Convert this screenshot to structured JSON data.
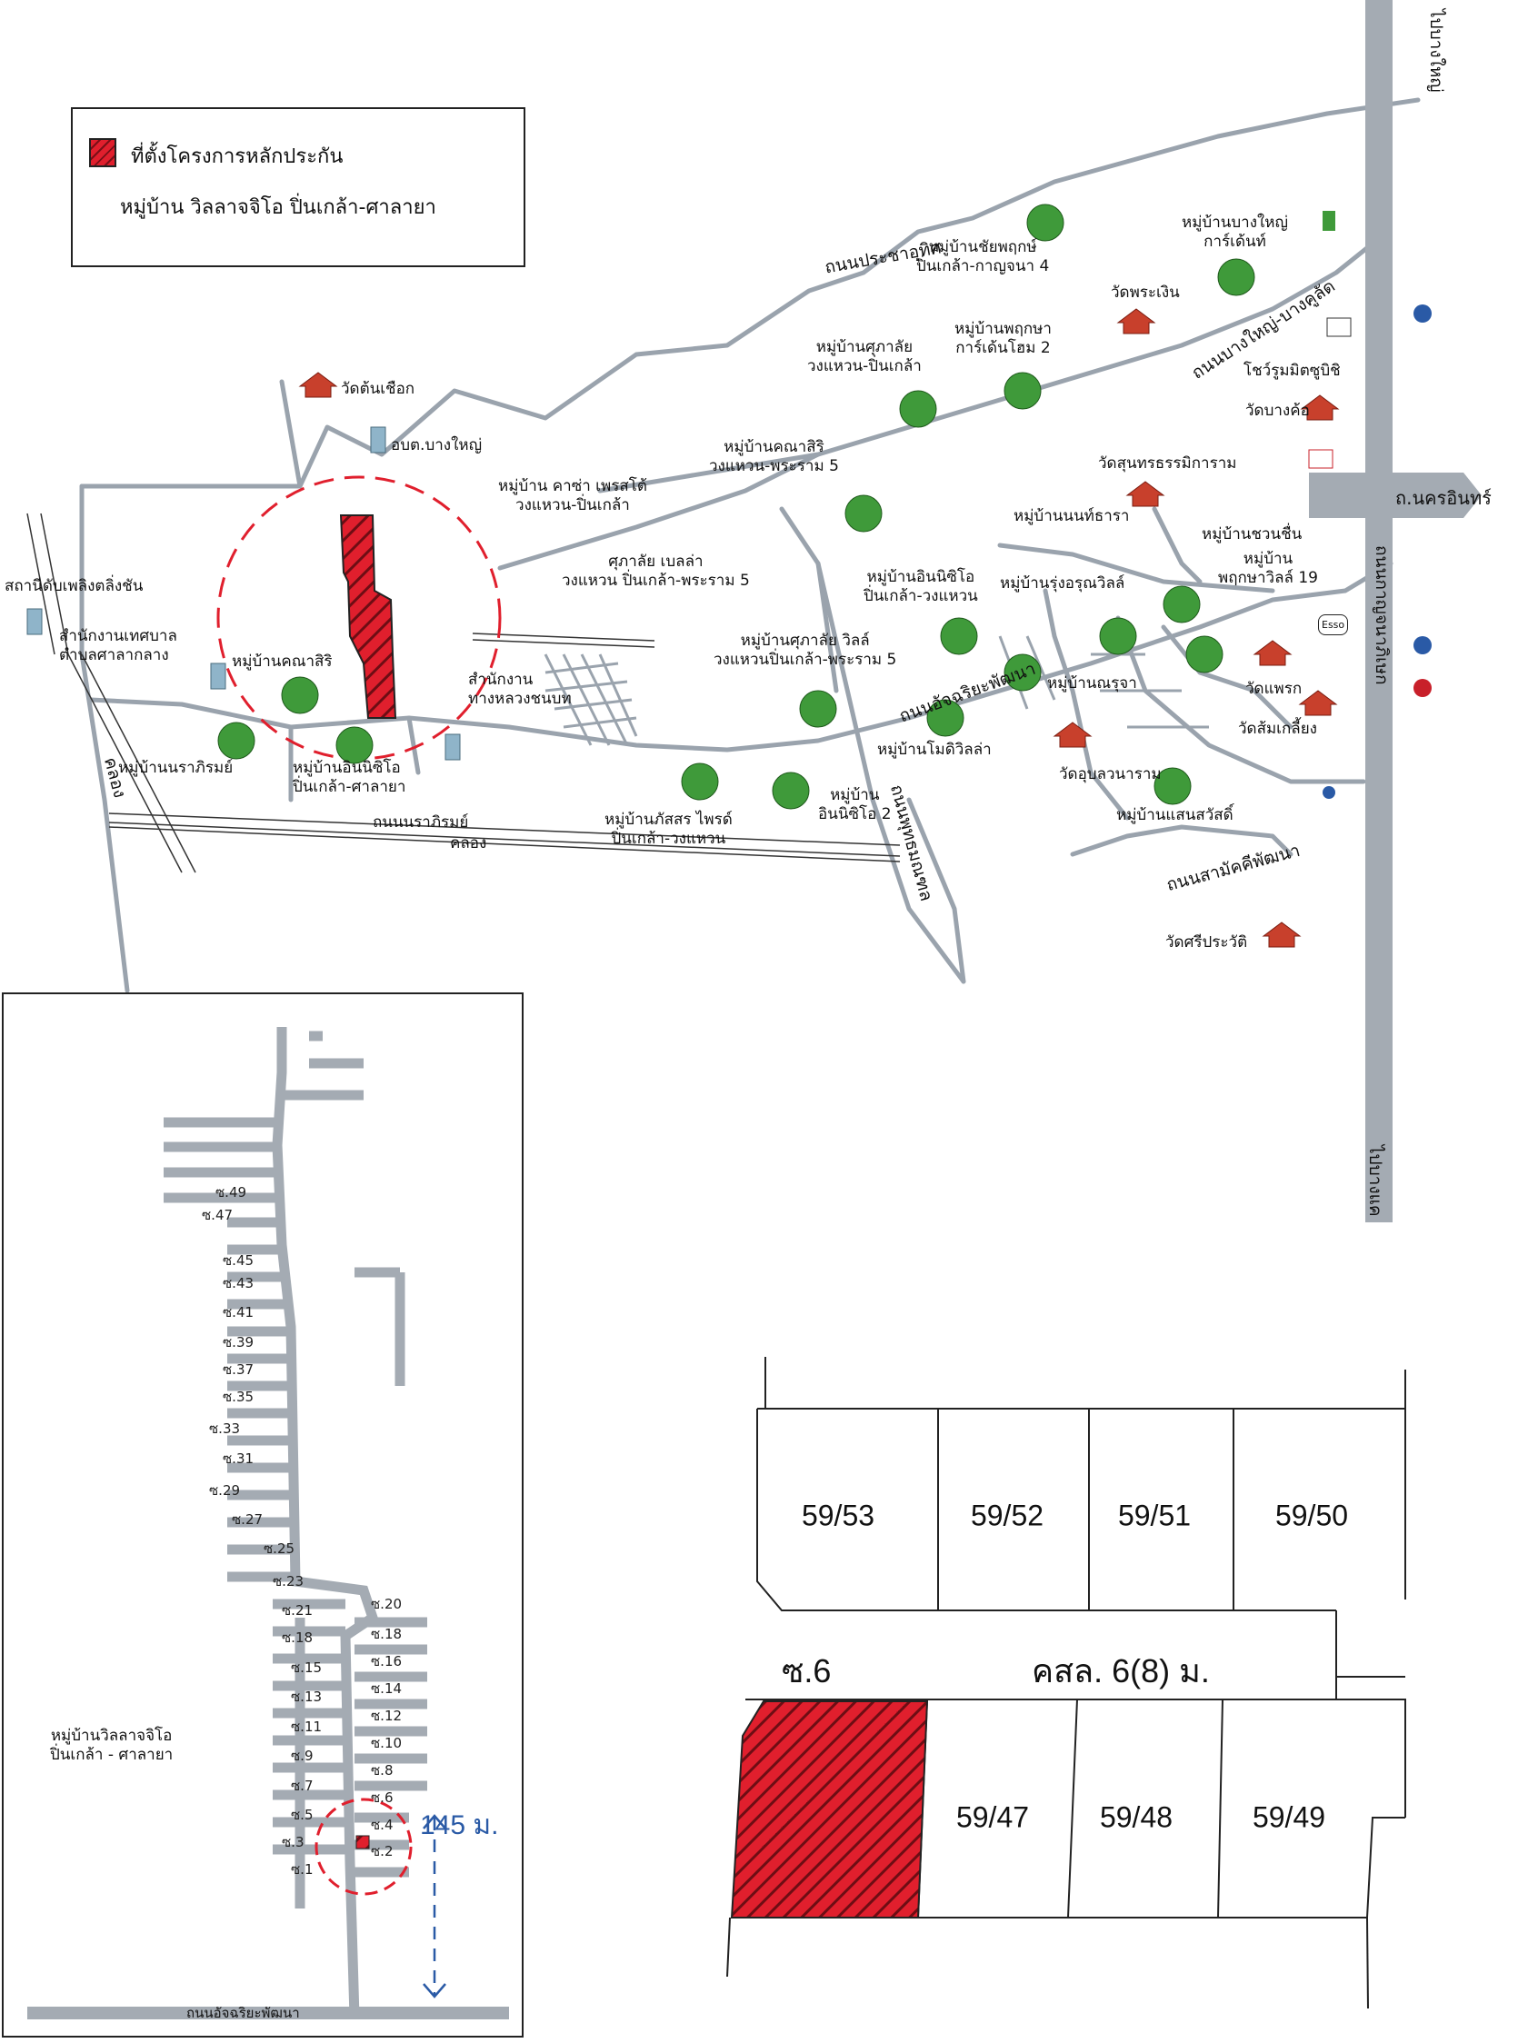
{
  "legend": {
    "line1": "ที่ตั้งโครงการหลักประกัน",
    "line2": "หมู่บ้าน วิลลาจจิโอ ปิ่นเกล้า-ศาลายา",
    "color": "#e01f2d"
  },
  "roads": {
    "bang_yai": "ไปบางใหญ่",
    "bang_khae": "ไปบางแค",
    "kanchanaphisek": "ถนนกาญจนาภิเษก",
    "nakhon_in": "ถ.นครอินทร์",
    "pracha_uthit": "ถนนประชาอุทิศ",
    "bangyai_bangkruai": "ถนนบางใหญ่-บางคูลัด",
    "atchariya": "ถนนอัจฉริยะพัฒนา",
    "nararom": "ถนนนราภิรมย์",
    "khlong": "คลอง",
    "phutthamonthon": "ถนนพุทธมณฑล",
    "khlong_side": "คลอง",
    "samakki": "ถนนสามัคคีพัฒนา"
  },
  "places": [
    {
      "key": "wat_ton_chueak",
      "text": "วัดต้นเชือก"
    },
    {
      "key": "obt",
      "text": "อบต.บางใหญ่"
    },
    {
      "key": "fire",
      "text": "สถานีดับเพลิงตลิ่งชัน"
    },
    {
      "key": "tessaban",
      "text": "สำนักงานเทศบาล\nตำบลศาลากลาง"
    },
    {
      "key": "kanasiri1",
      "text": "หมู่บ้านคณาสิริ"
    },
    {
      "key": "nararom_vil",
      "text": "หมู่บ้านนราภิรมย์"
    },
    {
      "key": "inizio",
      "text": "หมู่บ้านอินนิซิโอ\nปิ่นเกล้า-ศาลายา"
    },
    {
      "key": "highway_office",
      "text": "สำนักงาน\nทางหลวงชนบท"
    },
    {
      "key": "casa_presto",
      "text": "หมู่บ้าน คาซ่า เพรสโต้\nวงแหวน-ปิ่นเกล้า"
    },
    {
      "key": "supalai_bella",
      "text": "ศุภาลัย เบลล่า\nวงแหวน ปิ่นเกล้า-พระราม 5"
    },
    {
      "key": "kanasiri5",
      "text": "หมู่บ้านคณาสิริ\nวงแหวน-พระราม 5"
    },
    {
      "key": "supalai_wr",
      "text": "หมู่บ้านศุภาลัย\nวงแหวน-ปิ่นเกล้า"
    },
    {
      "key": "chaiyaphruek",
      "text": "หมู่บ้านชัยพฤกษ์\nปิ่นเกล้า-กาญจนา 4"
    },
    {
      "key": "pruksa_garden",
      "text": "หมู่บ้านพฤกษา\nการ์เด้นโฮม 2"
    },
    {
      "key": "bangyai_garden",
      "text": "หมู่บ้านบางใหญ่\nการ์เด้นท์"
    },
    {
      "key": "wat_phra_ngoen",
      "text": "วัดพระเงิน"
    },
    {
      "key": "mitsubishi",
      "text": "โชว์รูมมิตซูบิชิ"
    },
    {
      "key": "wat_bang_kho",
      "text": "วัดบางค้อ"
    },
    {
      "key": "wat_sunthorn",
      "text": "วัดสุนทรธรรมิการาม"
    },
    {
      "key": "nonthara",
      "text": "หมู่บ้านนนท์ธารา"
    },
    {
      "key": "chuanchuen",
      "text": "หมู่บ้านชวนชื่น"
    },
    {
      "key": "pruksaville",
      "text": "หมู่บ้าน\nพฤกษาวิลล์ 19"
    },
    {
      "key": "inizio2v",
      "text": "หมู่บ้านอินนิซิโอ\nปิ่นเกล้า-วงแหวน"
    },
    {
      "key": "rungarun",
      "text": "หมู่บ้านรุ่งอรุณวิลล์"
    },
    {
      "key": "supalai_ville",
      "text": "หมู่บ้านศุภาลัย วิลล์\nวงแหวนปิ่นเกล้า-พระราม 5"
    },
    {
      "key": "nusa",
      "text": "หมู่บ้านณรุจา"
    },
    {
      "key": "modi",
      "text": "หมู่บ้านโมดิวิลล่า"
    },
    {
      "key": "wat_praek",
      "text": "วัดแพรก"
    },
    {
      "key": "wat_som",
      "text": "วัดส้มเกลี้ยง"
    },
    {
      "key": "wat_ubon",
      "text": "วัดอุบลวนาราม"
    },
    {
      "key": "saensawat",
      "text": "หมู่บ้านแสนสวัสดิ์"
    },
    {
      "key": "passorn",
      "text": "หมู่บ้านภัสสร ไพรด์\nปิ่นเกล้า-วงแหวน"
    },
    {
      "key": "inizio2",
      "text": "หมู่บ้าน\nอินนิซิโอ 2"
    },
    {
      "key": "wat_sri",
      "text": "วัดศรีประวัติ"
    },
    {
      "key": "esso",
      "text": "Esso"
    }
  ],
  "inset": {
    "village": "หมู่บ้านวิลลาจจิโอ\nปิ่นเกล้า - ศาลายา",
    "road": "ถนนอัจฉริยะพัฒนา",
    "distance": "145 ม.",
    "sois_left": [
      "ซ.49",
      "ซ.47",
      "ซ.45",
      "ซ.43",
      "ซ.41",
      "ซ.39",
      "ซ.37",
      "ซ.35",
      "ซ.33",
      "ซ.31",
      "ซ.29",
      "ซ.27",
      "ซ.25",
      "ซ.23",
      "ซ.21",
      "ซ.18",
      "ซ.15",
      "ซ.13",
      "ซ.11",
      "ซ.9",
      "ซ.7",
      "ซ.5",
      "ซ.3",
      "ซ.1"
    ],
    "sois_right": [
      "ซ.20",
      "ซ.18",
      "ซ.16",
      "ซ.14",
      "ซ.12",
      "ซ.10",
      "ซ.8",
      "ซ.6",
      "ซ.4",
      "ซ.2"
    ]
  },
  "plot": {
    "top_parcels": [
      "59/53",
      "59/52",
      "59/51",
      "59/50"
    ],
    "bottom_parcels": [
      "59/47",
      "59/48",
      "59/49"
    ],
    "soi_label": "ซ.6",
    "lane_label": "คสล. 6(8) ม.",
    "subject_color": "#e01f2d"
  }
}
